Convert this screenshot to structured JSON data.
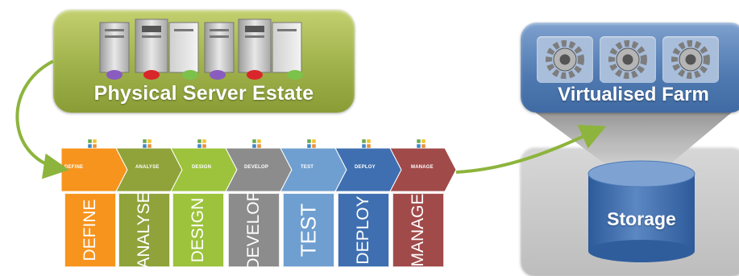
{
  "physical": {
    "title": "Physical Server Estate",
    "color": "#9fb14a"
  },
  "virtual": {
    "title": "Virtualised Farm",
    "color": "#4f79b0",
    "storage_label": "Storage",
    "gear_count": 3
  },
  "lifecycle": {
    "stages": [
      {
        "label": "DEFINE",
        "color": "#f7941d"
      },
      {
        "label": "ANALYSE",
        "color": "#8fa33a"
      },
      {
        "label": "DESIGN",
        "color": "#9cc33b"
      },
      {
        "label": "DEVELOP",
        "color": "#8c8c8c"
      },
      {
        "label": "TEST",
        "color": "#6f9fd0"
      },
      {
        "label": "DEPLOY",
        "color": "#3f6fb0"
      },
      {
        "label": "MANAGE",
        "color": "#a14a4a"
      }
    ]
  }
}
